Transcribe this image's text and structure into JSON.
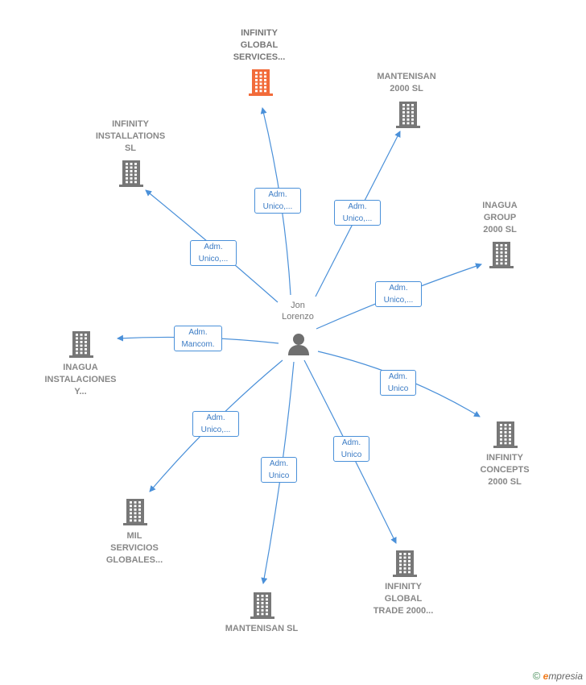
{
  "colors": {
    "edge": "#4a90d9",
    "building": "#777777",
    "building_highlight": "#f26b3a",
    "label_text": "#888888",
    "person_icon": "#6f6f6f"
  },
  "center": {
    "name": "Jon\nLorenzo",
    "icon": "person-icon"
  },
  "companies": [
    {
      "id": "infinity-global-services",
      "name": "INFINITY\nGLOBAL\nSERVICES...",
      "role": "Adm.\nUnico,...",
      "highlight": true,
      "icon": "building-icon"
    },
    {
      "id": "mantenisan-2000",
      "name": "MANTENISAN\n2000  SL",
      "role": "Adm.\nUnico,...",
      "highlight": false,
      "icon": "building-icon"
    },
    {
      "id": "infinity-installations",
      "name": "INFINITY\nINSTALLATIONS\nSL",
      "role": "Adm.\nUnico,...",
      "highlight": false,
      "icon": "building-icon"
    },
    {
      "id": "inagua-group",
      "name": "INAGUA\nGROUP\n2000  SL",
      "role": "Adm.\nUnico,...",
      "highlight": false,
      "icon": "building-icon"
    },
    {
      "id": "inagua-instalaciones",
      "name": "INAGUA\nINSTALACIONES\nY...",
      "role": "Adm.\nMancom.",
      "highlight": false,
      "icon": "building-icon"
    },
    {
      "id": "infinity-concepts",
      "name": "INFINITY\nCONCEPTS\n2000  SL",
      "role": "Adm.\nUnico",
      "highlight": false,
      "icon": "building-icon"
    },
    {
      "id": "mil-servicios",
      "name": "MIL\nSERVICIOS\nGLOBALES...",
      "role": "Adm.\nUnico,...",
      "highlight": false,
      "icon": "building-icon"
    },
    {
      "id": "infinity-global-trade",
      "name": "INFINITY\nGLOBAL\nTRADE 2000...",
      "role": "Adm.\nUnico",
      "highlight": false,
      "icon": "building-icon"
    },
    {
      "id": "mantenisan-sl",
      "name": "MANTENISAN SL",
      "role": "Adm.\nUnico",
      "highlight": false,
      "icon": "building-icon"
    }
  ],
  "footer": {
    "copyright": "©",
    "brand_initial": "e",
    "brand_rest": "mpresia"
  }
}
